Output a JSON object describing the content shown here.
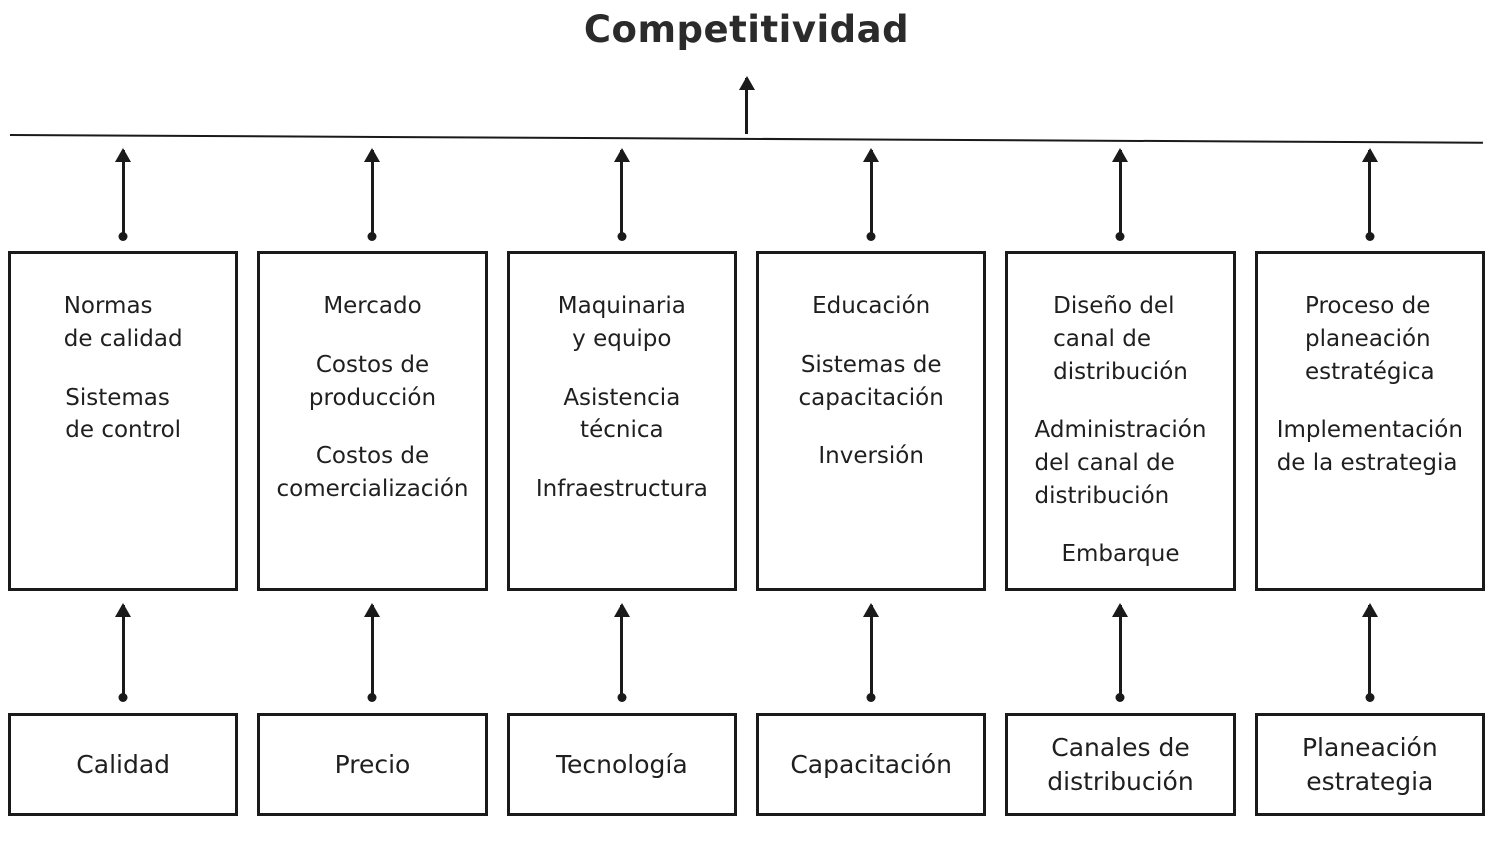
{
  "title": "Competitividad",
  "colors": {
    "ink": "#1a1a1a",
    "background": "#ffffff"
  },
  "columns": [
    {
      "id": "calidad",
      "factors": [
        "Normas\nde calidad",
        "Sistemas\nde control"
      ],
      "label": "Calidad"
    },
    {
      "id": "precio",
      "factors": [
        "Mercado",
        "Costos de\nproducción",
        "Costos de\ncomercialización"
      ],
      "label": "Precio"
    },
    {
      "id": "tecnologia",
      "factors": [
        "Maquinaria\ny equipo",
        "Asistencia\ntécnica",
        "Infraestructura"
      ],
      "label": "Tecnología"
    },
    {
      "id": "capacitacion",
      "factors": [
        "Educación",
        "Sistemas de\ncapacitación",
        "Inversión"
      ],
      "label": "Capacitación"
    },
    {
      "id": "canales-de-distribucion",
      "factors": [
        "Diseño del\ncanal de\ndistribución",
        "Administración\ndel canal de\ndistribución",
        "Embarque"
      ],
      "label": "Canales de\ndistribución"
    },
    {
      "id": "planeacion-estrategia",
      "factors": [
        "Proceso de\nplaneación\nestratégica",
        "Implementación\nde la estrategia"
      ],
      "label": "Planeación\nestrategia"
    }
  ]
}
